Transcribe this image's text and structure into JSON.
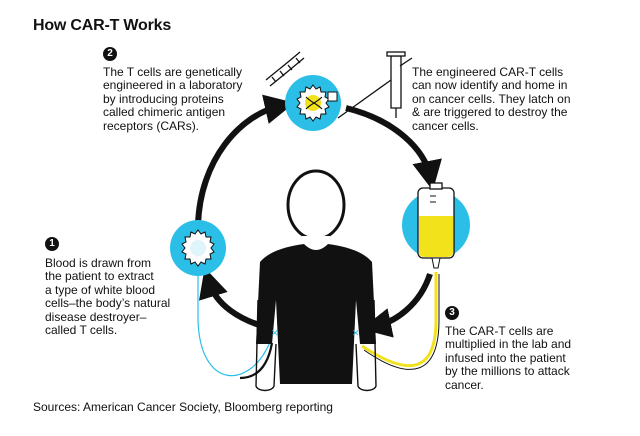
{
  "title": "How CAR-T Works",
  "steps": [
    {
      "number": "1",
      "text": "Blood is drawn from\nthe patient to extract\na type of white blood\ncells–the body’s natural\ndisease destroyer–\ncalled T cells."
    },
    {
      "number": "2",
      "text": "The T cells are genetically\nengineered in a laboratory\nby introducing proteins\ncalled chimeric antigen\nreceptors (CARs)."
    },
    {
      "number": "3",
      "text": "The CAR-T cells are\nmultiplied in the lab and\ninfused into the patient\nby the millions to attack\ncancer."
    }
  ],
  "callout": {
    "text": "The engineered CAR-T cells\ncan now identify and home in\non cancer cells. They latch on\n& are triggered to destroy the\ncancer cells."
  },
  "source": "Sources: American Cancer Society, Bloomberg reporting",
  "colors": {
    "cell_blue": "#2bbfe8",
    "infusion_yellow": "#f2e21b",
    "outline": "#111111"
  },
  "icons": [
    "white-blood-cell-icon",
    "dna-icon",
    "engineered-cell-icon",
    "syringe-icon",
    "iv-bag-icon",
    "patient-silhouette-icon"
  ]
}
